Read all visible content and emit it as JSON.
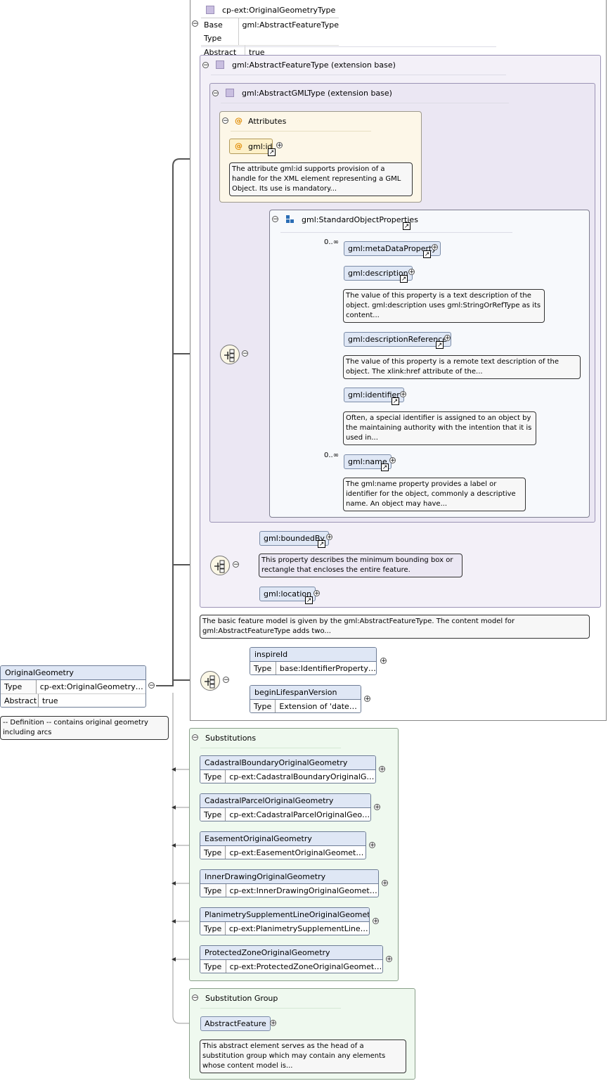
{
  "complex_type": {
    "name": "cp-ext:OriginalGeometryType",
    "rows": [
      {
        "key": "Base Type",
        "value": "gml:AbstractFeatureType"
      },
      {
        "key": "Abstract",
        "value": "true"
      }
    ]
  },
  "abstract_feature_type": {
    "title": "gml:AbstractFeatureType (extension base)",
    "annotation": "The basic feature model is given by the gml:AbstractFeatureType. The content model for gml:AbstractFeatureType adds two..."
  },
  "abstract_gml_type": {
    "title": "gml:AbstractGMLType (extension base)"
  },
  "attributes": {
    "title": "Attributes",
    "gml_id": "gml:id",
    "gml_id_annotation": "The attribute gml:id supports provision of a handle for the XML element representing a GML Object. Its use is mandatory..."
  },
  "standard_object_properties": {
    "title": "gml:StandardObjectProperties",
    "elements": [
      {
        "name": "gml:metaDataProperty",
        "occurs": "0..∞",
        "annotation": ""
      },
      {
        "name": "gml:description",
        "occurs": "",
        "annotation": "The value of this property is a text description of the object. gml:description uses gml:StringOrRefType as its content..."
      },
      {
        "name": "gml:descriptionReference",
        "occurs": "",
        "annotation": "The value of this property is a remote text description of the object. The xlink:href attribute of the..."
      },
      {
        "name": "gml:identifier",
        "occurs": "",
        "annotation": "Often, a special identifier is assigned to an object by the maintaining authority with the intention that it is used in..."
      },
      {
        "name": "gml:name",
        "occurs": "0..∞",
        "annotation": "The gml:name property provides a label or identifier for the object, commonly a descriptive name. An object may have..."
      }
    ]
  },
  "feature_elements": {
    "bounded_by": "gml:boundedBy",
    "bounded_by_annotation": "This property describes the minimum bounding box or rectangle that encloses the entire feature.",
    "location": "gml:location"
  },
  "own_elements": [
    {
      "name": "inspireId",
      "type_key": "Type",
      "type": "base:IdentifierPropertyType"
    },
    {
      "name": "beginLifespanVersion",
      "type_key": "Type",
      "type": "Extension of 'dateTime'"
    }
  ],
  "root_element": {
    "name": "OriginalGeometry",
    "rows": [
      {
        "key": "Type",
        "value": "cp-ext:OriginalGeometryType"
      },
      {
        "key": "Abstract",
        "value": "true"
      }
    ],
    "annotation": "-- Definition -- contains original geometry including arcs"
  },
  "substitutions": {
    "title": "Substitutions",
    "items": [
      {
        "name": "CadastralBoundaryOriginalGeometry",
        "type_key": "Type",
        "type": "cp-ext:CadastralBoundaryOriginalGeom ..."
      },
      {
        "name": "CadastralParcelOriginalGeometry",
        "type_key": "Type",
        "type": "cp-ext:CadastralParcelOriginalGeomet ..."
      },
      {
        "name": "EasementOriginalGeometry",
        "type_key": "Type",
        "type": "cp-ext:EasementOriginalGeometryType"
      },
      {
        "name": "InnerDrawingOriginalGeometry",
        "type_key": "Type",
        "type": "cp-ext:InnerDrawingOriginalGeometryType"
      },
      {
        "name": "PlanimetrySupplementLineOriginalGeometry",
        "type_key": "Type",
        "type": "cp-ext:PlanimetrySupplementLineOrigi ..."
      },
      {
        "name": "ProtectedZoneOriginalGeometry",
        "type_key": "Type",
        "type": "cp-ext:ProtectedZoneOriginalGeometryType"
      }
    ]
  },
  "substitution_group": {
    "title": "Substitution Group",
    "head": "AbstractFeature",
    "annotation": "This abstract element serves as the head of a substitution group which may contain any elements whose content model is..."
  },
  "icons": {
    "minus": "−",
    "plus": "+",
    "at": "@",
    "jump": "↗"
  }
}
